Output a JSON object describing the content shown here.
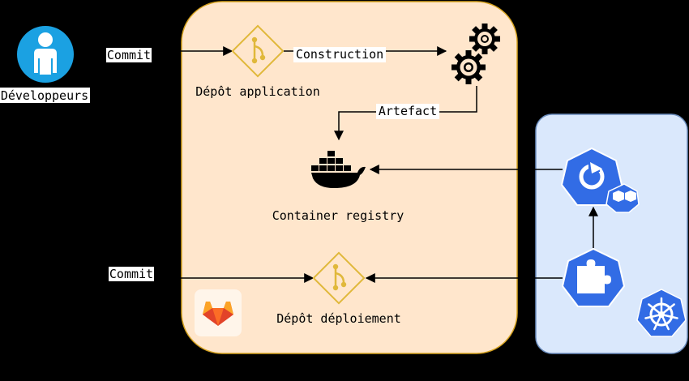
{
  "actors": {
    "developers": "Développeurs"
  },
  "edges": {
    "commit_app": "Commit",
    "construction": "Construction",
    "artefact": "Artefact",
    "commit_deploy": "Commit"
  },
  "nodes": {
    "app_repo": "Dépôt application",
    "registry": "Container registry",
    "deploy_repo": "Dépôt déploiement"
  },
  "colors": {
    "gitlab_zone_fill": "#ffe6cc",
    "gitlab_zone_border": "#d6a21e",
    "cluster_zone_fill": "#dae8fc",
    "cluster_zone_border": "#6c8ebf",
    "k8s_blue": "#326ce5",
    "developer_blue": "#1ba1e2",
    "git_gold": "#e0b83a"
  },
  "icons": {
    "developer": "user-icon",
    "git": "git-repository-icon",
    "build": "gears-icon",
    "docker": "docker-icon",
    "gitlab": "gitlab-icon",
    "flux": "flux-image-automation-icon",
    "operator": "puzzle-operator-icon",
    "kubernetes": "kubernetes-icon"
  }
}
